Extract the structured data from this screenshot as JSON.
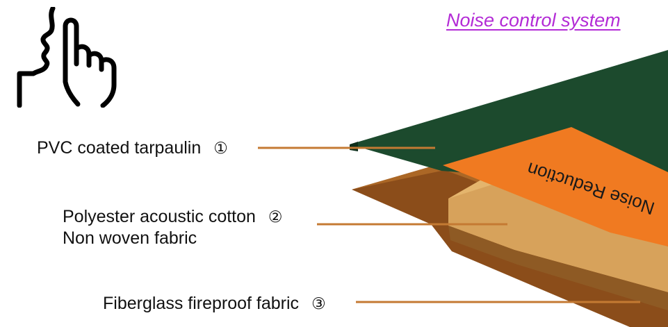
{
  "title": "Noise control system",
  "colors": {
    "title": "#b32bd6",
    "pvc_layer": "#1c4a2d",
    "acoustic_cotton": "#d7a25b",
    "noise_reduction_face": "#f07a21",
    "fiberglass_layer": "#8b4d1a",
    "leader_lines": "#c47a33"
  },
  "layers": [
    {
      "label": "PVC coated tarpaulin",
      "number": "①"
    },
    {
      "label_line1": "Polyester acoustic cotton",
      "label_line2": "Non woven fabric",
      "number": "②"
    },
    {
      "label": "Fiberglass fireproof fabric",
      "number": "③"
    }
  ],
  "layer_print": "Noise Reduction",
  "icon": "shush-gesture-icon"
}
